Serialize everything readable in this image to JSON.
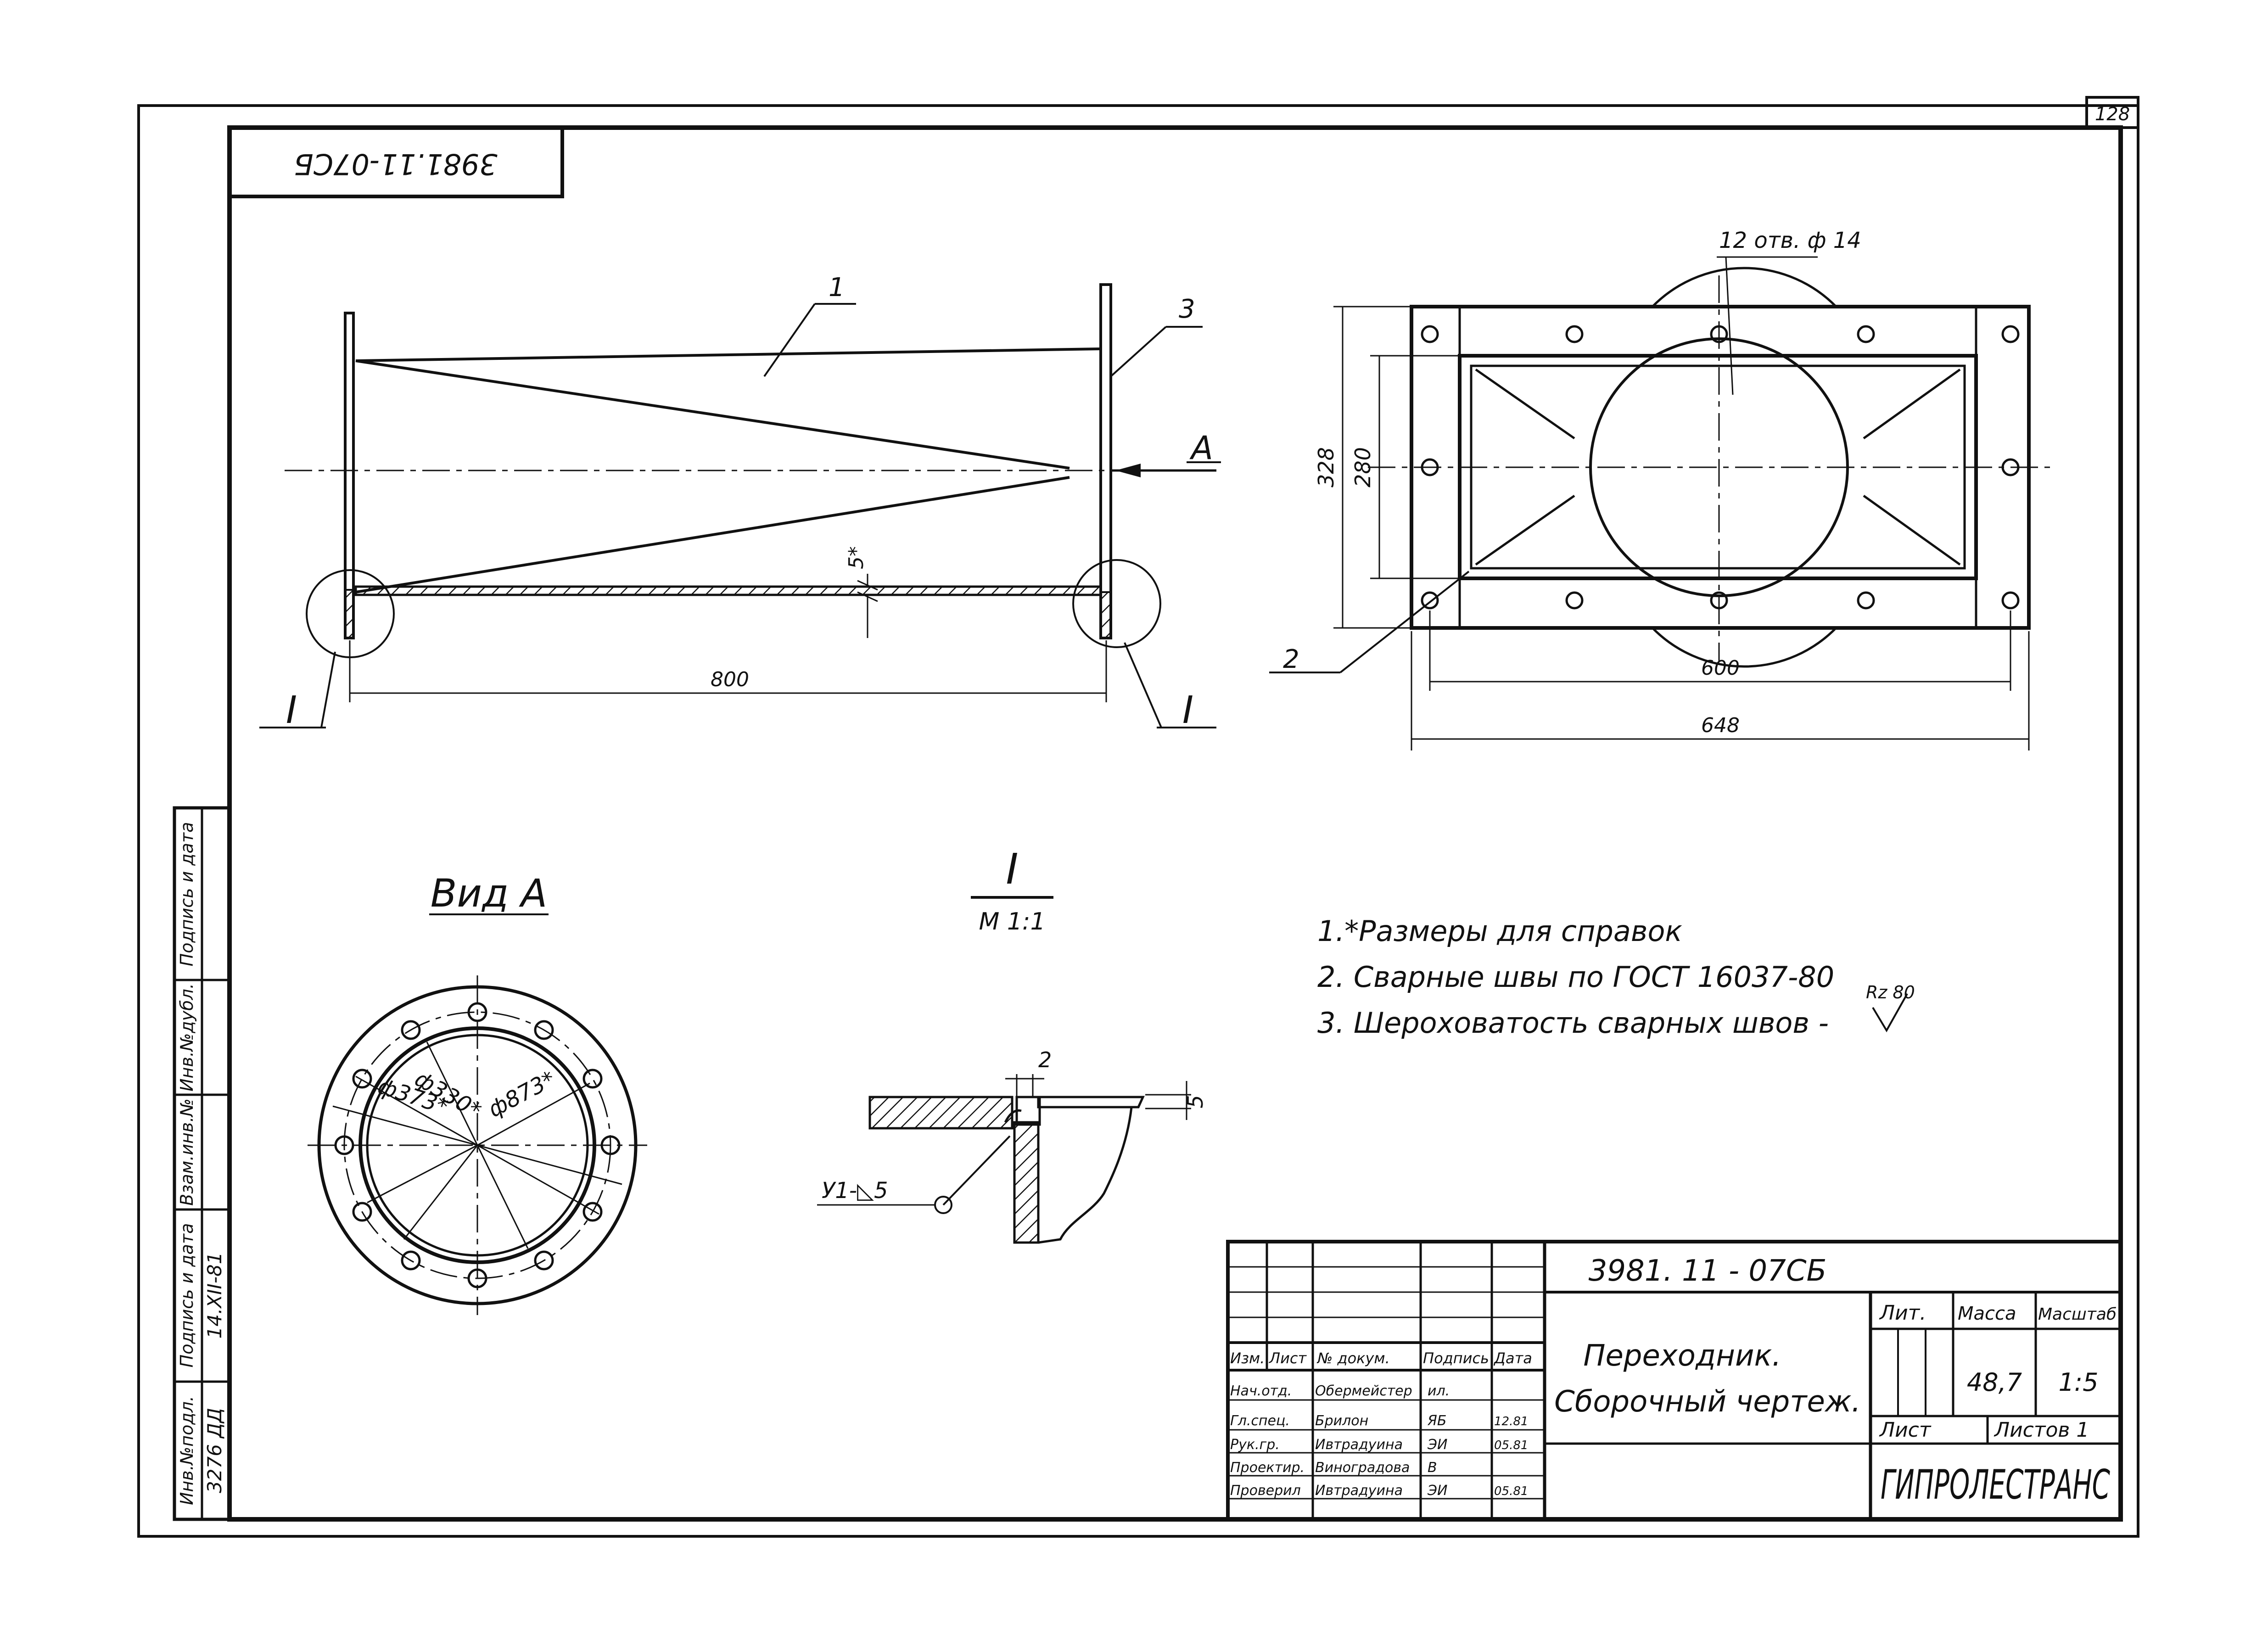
{
  "sheet_number": "128",
  "doc_code_corner": "3981.11-07СБ",
  "side_view": {
    "pos_1": "1",
    "pos_3": "3",
    "view_arrow": "А",
    "wall_thk": "5*",
    "length": "800",
    "detail_left": "I",
    "detail_right": "I"
  },
  "top_view": {
    "holes": "12 отв. ф 14",
    "height_outer": "328",
    "height_inner": "280",
    "width_inner": "600",
    "width_outer": "648",
    "pos_2": "2"
  },
  "view_a": {
    "title": "Вид А",
    "d_inner": "ф330*",
    "d_bolt": "ф373*",
    "d_outer": "ф873*"
  },
  "detail": {
    "title": "I",
    "scale": "М 1:1",
    "dim_2": "2",
    "dim_5": "5",
    "weld": "У1-◺5"
  },
  "notes": [
    "1.*Размеры для справок",
    "2. Сварные швы по ГОСТ 16037-80",
    "3. Шероховатость сварных швов -"
  ],
  "roughness": "Rz 80",
  "title_block": {
    "code": "3981. 11 - 07СБ",
    "name_line1": "Переходник.",
    "name_line2": "Сборочный чертеж.",
    "col_izm": "Изм.",
    "col_list": "Лист",
    "col_doc": "№ докум.",
    "col_sign": "Подпись",
    "col_date": "Дата",
    "lit": "Лит.",
    "massa": "Масса",
    "masshtab": "Масштаб",
    "mass_value": "48,7",
    "scale_value": "1:5",
    "list": "Лист",
    "listov": "Листов 1",
    "org": "ГИПРОЛЕСТРАНС",
    "roles": [
      {
        "role": "Нач.отд.",
        "name": "Обермейстер",
        "sign": "ил.",
        "date": ""
      },
      {
        "role": "Гл.спец.",
        "name": "Брилон",
        "sign": "ЯБ",
        "date": "12.81"
      },
      {
        "role": "Рук.гр.",
        "name": "Ивтрадуина",
        "sign": "ЭИ",
        "date": "05.81"
      },
      {
        "role": "Проектир.",
        "name": "Виноградова",
        "sign": "В",
        "date": ""
      },
      {
        "role": "Проверил",
        "name": "Ивтрадуина",
        "sign": "ЭИ",
        "date": "05.81"
      }
    ]
  },
  "side_stamp": {
    "labels": [
      "Инв.№подл.",
      "Подпись и дата",
      "Взам.инв.№",
      "Инв.№дубл.",
      "Подпись и дата"
    ],
    "inv_no": "3276 ДД",
    "date": "14.XII-81"
  }
}
